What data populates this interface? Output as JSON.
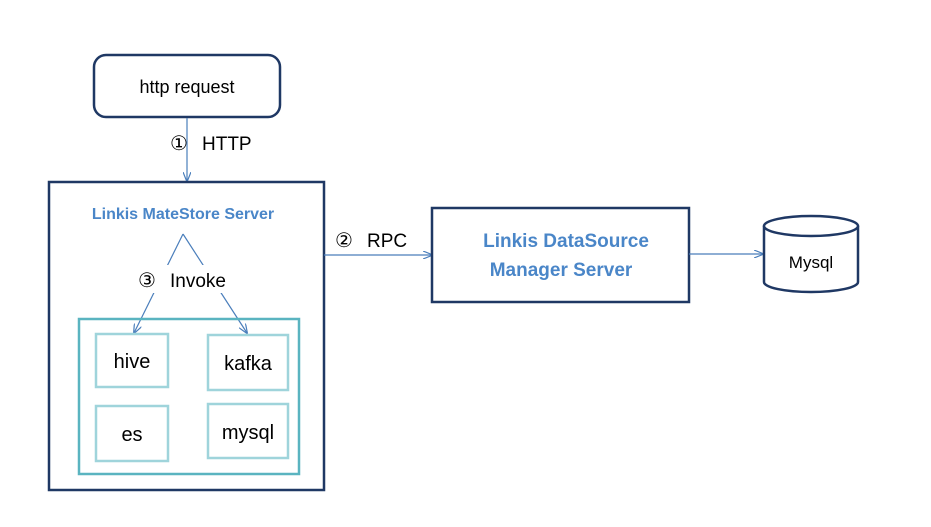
{
  "colors": {
    "box_border": "#1f3864",
    "inner_border": "#5ab4c0",
    "arrow": "#4a7ebb",
    "title_blue": "#4a86c8",
    "text": "#000000"
  },
  "nodes": {
    "http_request": "http request",
    "matestore_server": "Linkis MateStore Server",
    "datasource_server_line1": "Linkis DataSource",
    "datasource_server_line2": "Manager Server",
    "mysql_db": "Mysql",
    "hive": "hive",
    "kafka": "kafka",
    "es": "es",
    "mysql": "mysql"
  },
  "edges": {
    "http": {
      "marker": "①",
      "label": "HTTP"
    },
    "rpc": {
      "marker": "②",
      "label": "RPC"
    },
    "invoke": {
      "marker": "③",
      "label": "Invoke"
    }
  }
}
